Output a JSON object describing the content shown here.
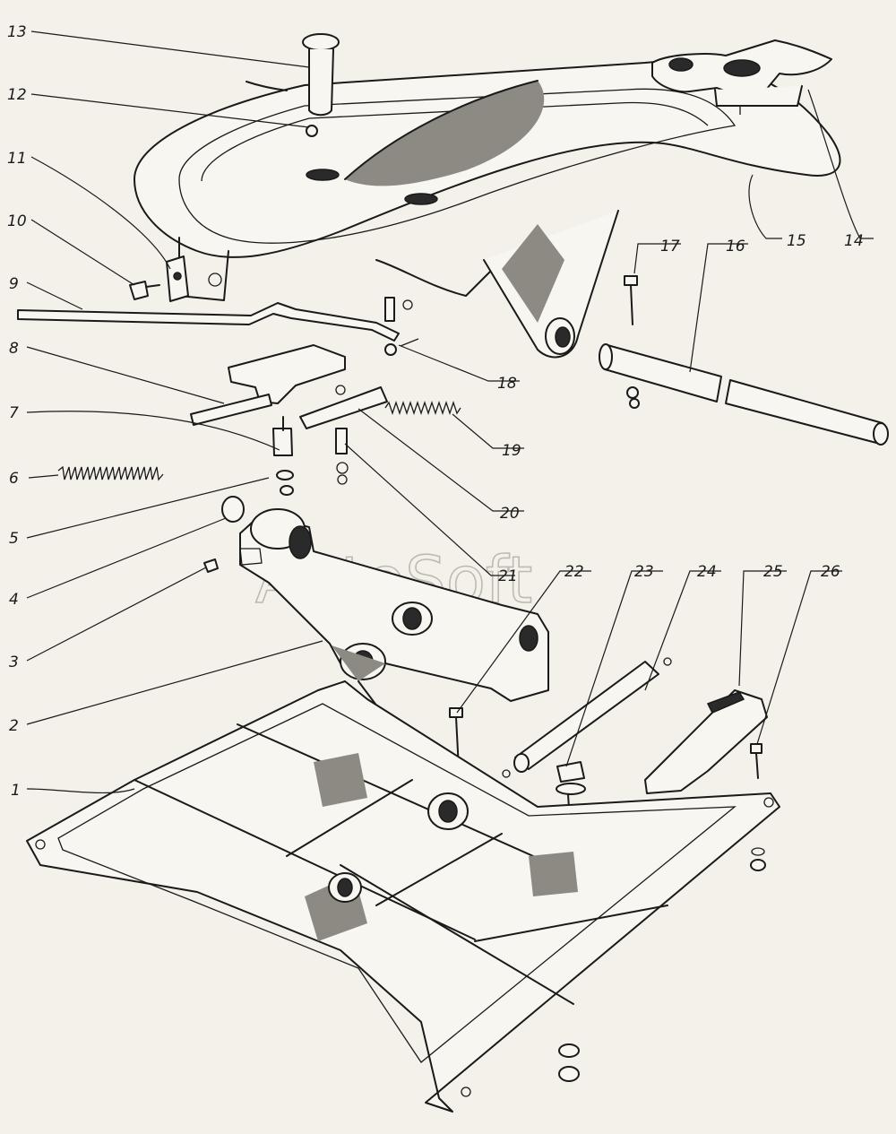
{
  "watermark": "AutoSoft",
  "callouts": [
    {
      "num": "1"
    },
    {
      "num": "2"
    },
    {
      "num": "3"
    },
    {
      "num": "4"
    },
    {
      "num": "5"
    },
    {
      "num": "6"
    },
    {
      "num": "7"
    },
    {
      "num": "8"
    },
    {
      "num": "9"
    },
    {
      "num": "10"
    },
    {
      "num": "11"
    },
    {
      "num": "12"
    },
    {
      "num": "13"
    },
    {
      "num": "14"
    },
    {
      "num": "15"
    },
    {
      "num": "16"
    },
    {
      "num": "17"
    },
    {
      "num": "18"
    },
    {
      "num": "19"
    },
    {
      "num": "20"
    },
    {
      "num": "21"
    },
    {
      "num": "22"
    },
    {
      "num": "23"
    },
    {
      "num": "24"
    },
    {
      "num": "25"
    },
    {
      "num": "26"
    }
  ]
}
